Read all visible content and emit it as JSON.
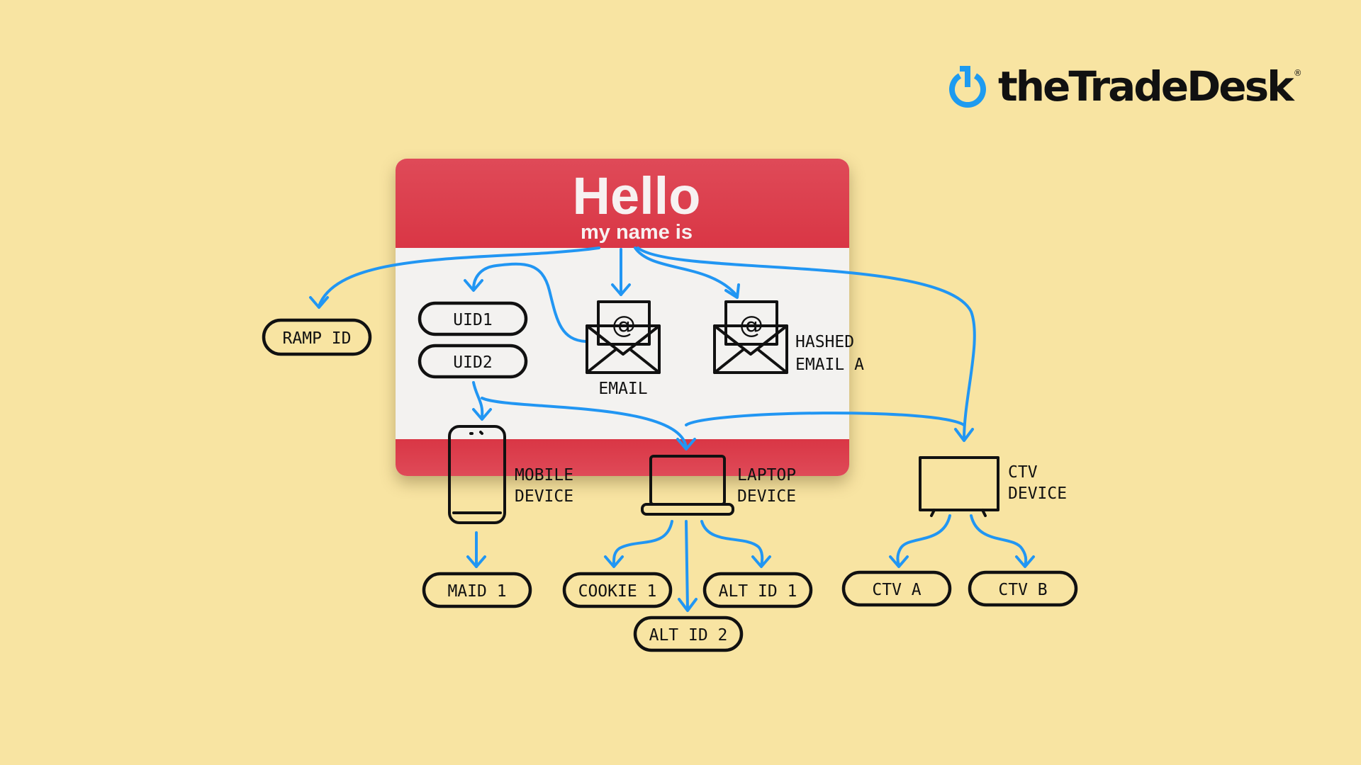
{
  "logo": {
    "text": "theTradeDesk",
    "reg": "®",
    "color_icon": "#1e9bf0"
  },
  "badge": {
    "hello": "Hello",
    "subtitle": "my name is"
  },
  "nodes": {
    "ramp_id": "RAMP ID",
    "uid1": "UID1",
    "uid2": "UID2",
    "email": "EMAIL",
    "hashed_email_line1": "HASHED",
    "hashed_email_line2": "EMAIL A",
    "mobile_line1": "MOBILE",
    "mobile_line2": "DEVICE",
    "laptop_line1": "LAPTOP",
    "laptop_line2": "DEVICE",
    "ctv_line1": "CTV",
    "ctv_line2": "DEVICE",
    "maid1": "MAID 1",
    "cookie1": "COOKIE 1",
    "altid1": "ALT ID 1",
    "altid2": "ALT ID 2",
    "ctva": "CTV A",
    "ctvb": "CTV B"
  },
  "colors": {
    "background": "#f8e4a2",
    "badge_red": "#d93645",
    "arrow_blue": "#2196f3",
    "ink": "#111111"
  }
}
